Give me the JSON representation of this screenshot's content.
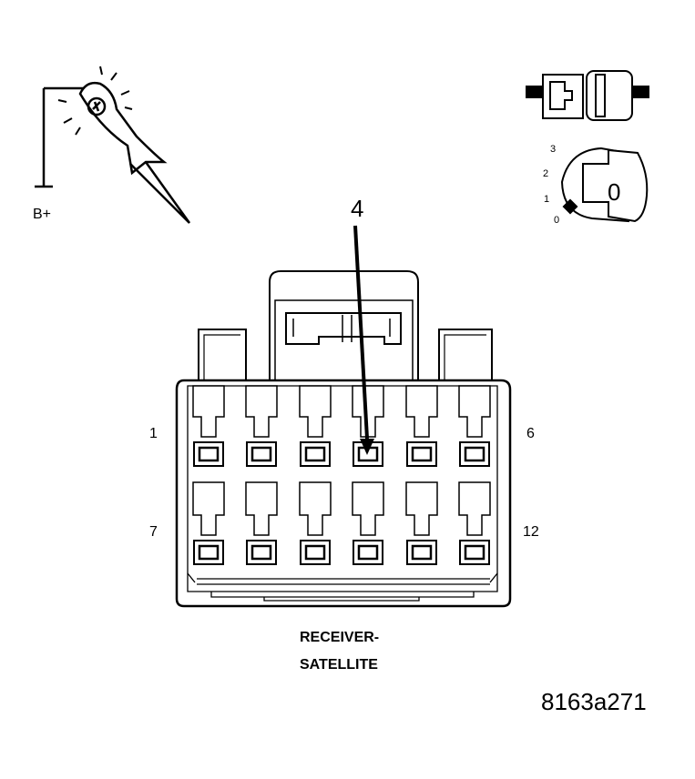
{
  "probe": {
    "label": "B+"
  },
  "ignition": {
    "positions": [
      "3",
      "2",
      "1",
      "0"
    ],
    "key_label": "0"
  },
  "connector": {
    "callout_pin": "4",
    "pin_labels": {
      "top_left": "1",
      "top_right": "6",
      "bottom_left": "7",
      "bottom_right": "12"
    },
    "caption_line1": "RECEIVER-",
    "caption_line2": "SATELLITE"
  },
  "figure_id": "8163a271",
  "colors": {
    "ink": "#000000",
    "paper": "#ffffff"
  }
}
